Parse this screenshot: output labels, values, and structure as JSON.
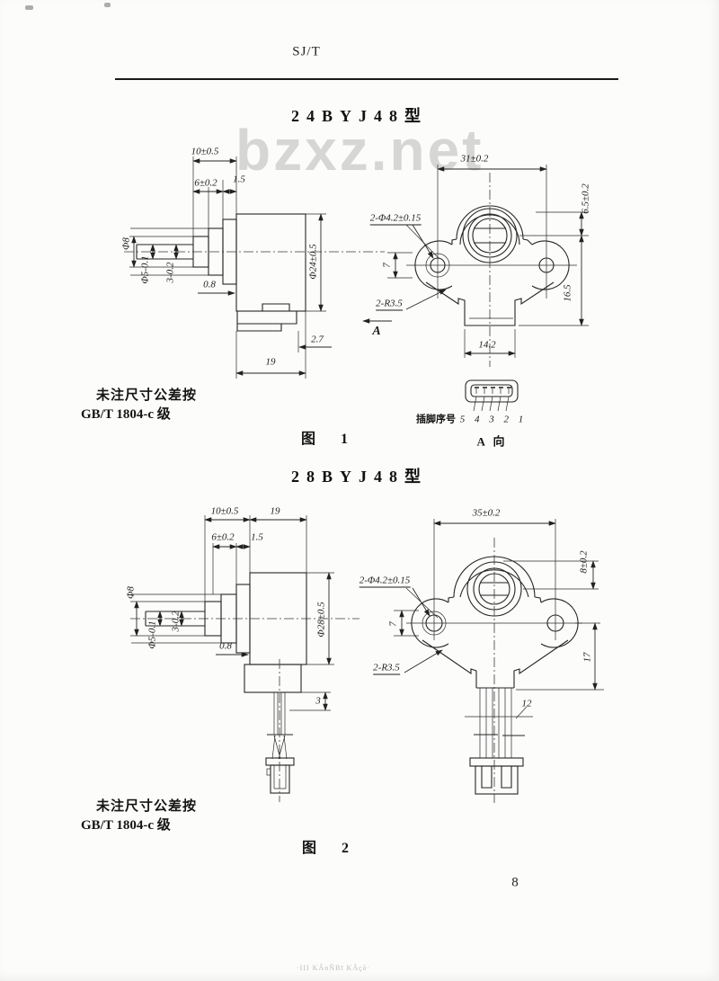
{
  "header": {
    "standard_code": "SJ/T"
  },
  "watermark": {
    "main": "bzxz.net",
    "footer": "·III KĀoÑBī KĀçā·"
  },
  "page_number": "8",
  "figure1": {
    "title": "24BYJ48型",
    "caption": "图 1",
    "note": {
      "line1": "未注尺寸公差按",
      "line2": "GB/T 1804-c 级"
    },
    "side_view": {
      "dim_housing_len": "10±0.5",
      "dim_bush_len": "6±0.2",
      "dim_step": "1.5",
      "dia_bush": "Φ8",
      "dia_shaft": "Φ5-0.1",
      "shaft_flat_len": "3-0.2",
      "dim_terminal": "0.8",
      "dia_body": "Φ24±0.5",
      "dim_step_depth": "2.7",
      "dim_body_len": "19"
    },
    "front_view": {
      "dim_hole_span": "31±0.2",
      "holes_note": "2-Φ4.2±0.15",
      "dim_center_to_top": "6.5±0.2",
      "dim_hole_offset": "7",
      "dim_center_to_bottom": "16.5",
      "radius_note": "2-R3.5",
      "view_label": "A",
      "dim_bottom_width": "14.2"
    },
    "connector": {
      "pins_label": "插脚序号",
      "pin_numbers": "5 4 3 2 1",
      "view_caption": "A 向"
    }
  },
  "figure2": {
    "title": "28BYJ48型",
    "caption": "图 2",
    "note": {
      "line1": "未注尺寸公差按",
      "line2": "GB/T 1804-c 级"
    },
    "side_view": {
      "dim_housing_len": "10±0.5",
      "dim_body_len": "19",
      "dim_bush_len": "6±0.2",
      "dim_step": "1.5",
      "dia_bush": "Φ8",
      "dia_shaft": "Φ5-0.1",
      "shaft_flat_len": "3-0.2",
      "dim_terminal": "0.8",
      "dia_body": "Φ28±0.5",
      "dim_wire_exit": "3"
    },
    "front_view": {
      "dim_hole_span": "35±0.2",
      "holes_note": "2-Φ4.2±0.15",
      "dim_center_to_top": "8±0.2",
      "dim_hole_offset": "7",
      "dim_center_to_bottom": "17",
      "radius_note": "2-R3.5",
      "dim_wire_width": "12"
    }
  }
}
